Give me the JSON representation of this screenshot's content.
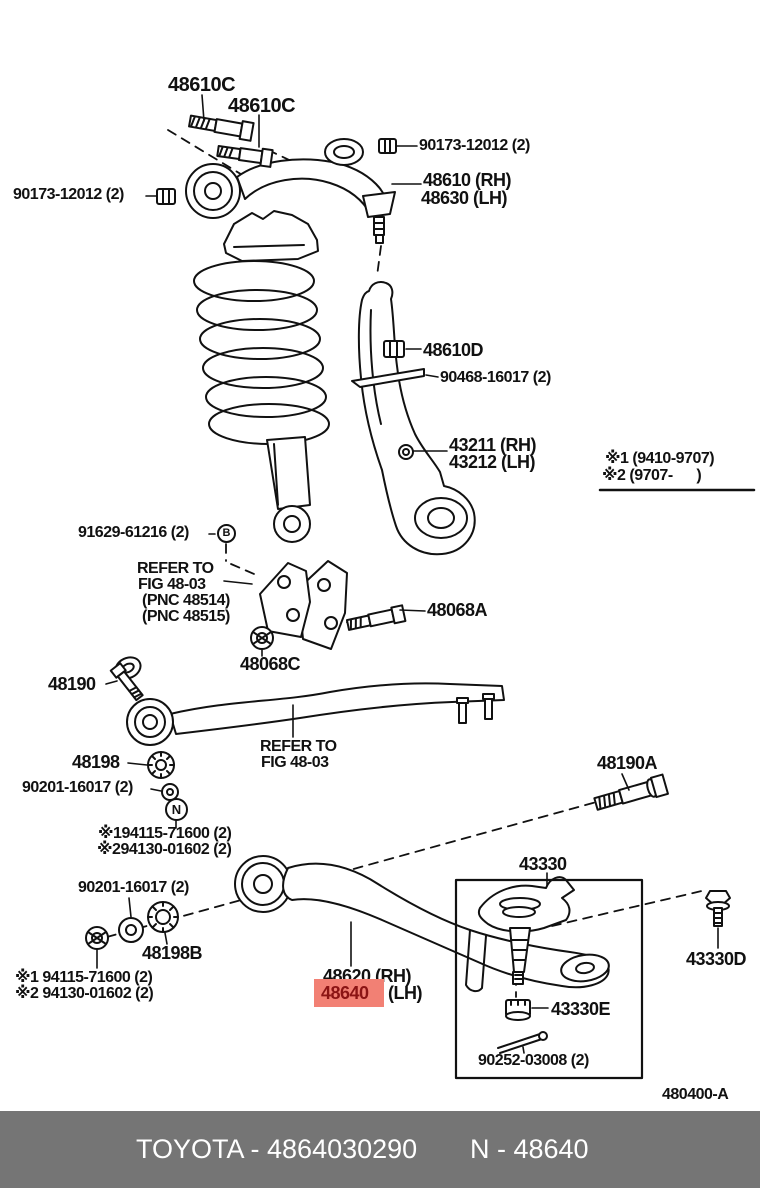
{
  "labels": {
    "c48610c_a": "48610C",
    "c48610c_b": "48610C",
    "n90173_right": "90173-12012 (2)",
    "a48610_rh": "48610 (RH)",
    "a48630_lh": "48630 (LH)",
    "n90173_left": "90173-12012 (2)",
    "n48610d": "48610D",
    "b90468": "90468-16017 (2)",
    "k43211_rh": "43211 (RH)",
    "k43212_lh": "43212 (LH)",
    "note_year1": "※1 (9410-9707)",
    "note_year2": "※2 (9707-      )",
    "w91629": "91629-61216 (2)",
    "badge_b": "B",
    "refer1_line1": "REFER TO",
    "refer1_line2": "FIG 48-03",
    "refer1_line3": "(PNC 48514)",
    "refer1_line4": "(PNC 48515)",
    "n48068c": "48068C",
    "b48068a": "48068A",
    "k48190": "48190",
    "refer2_line1": "REFER TO",
    "refer2_line2": "FIG 48-03",
    "w48198": "48198",
    "w90201_upper": "90201-16017 (2)",
    "badge_n": "N",
    "note_nut1": "※194115-71600 (2)",
    "note_nut2": "※294130-01602 (2)",
    "b48190a": "48190A",
    "w90201_lower": "90201-16017 (2)",
    "w48198b": "48198B",
    "note_nut3": "※1 94115-71600 (2)",
    "note_nut4": "※2 94130-01602 (2)",
    "arm_rh": "48620 (RH)",
    "arm_lh_highlight": "48640",
    "arm_lh_suffix": "(LH)",
    "k43330": "43330",
    "b43330d": "43330D",
    "n43330e": "43330E",
    "p90252": "90252-03008 (2)",
    "fig_code": "480400-A"
  },
  "highlight": {
    "background": "#F28074",
    "text_color": "#8B1414"
  },
  "footer": {
    "left_text": "TOYOTA - 4864030290",
    "right_text": "N - 48640",
    "background": "#757575",
    "text_color": "#FFFFFF"
  }
}
